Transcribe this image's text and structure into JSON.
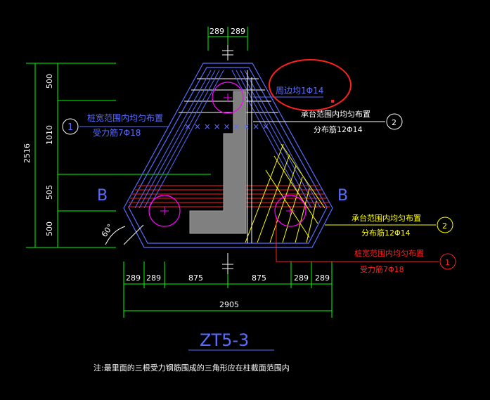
{
  "dims_top": [
    "289",
    "289"
  ],
  "dims_left": [
    "500",
    "1010",
    "505",
    "500"
  ],
  "dim_total_left": "2516",
  "dims_bottom": [
    "289",
    "289",
    "875",
    "875",
    "289",
    "289"
  ],
  "dim_total_bottom": "2905",
  "angle": "60°",
  "section": {
    "left": "B",
    "right": "B"
  },
  "callout_left": {
    "num": "1",
    "line1": "桩宽范围内均匀布置",
    "line2": "受力筋7Φ18"
  },
  "callout_right_top": {
    "num": "2",
    "line1": "承台范围内均匀布置",
    "line2": "分布筋12Φ14"
  },
  "callout_edge": "周边均1Φ14",
  "callout_yellow": {
    "num": "2",
    "line1": "承台范围内均匀布置",
    "line2": "分布筋12Φ14"
  },
  "callout_red": {
    "num": "1",
    "line1": "桩宽范围内均匀布置",
    "line2": "受力筋7Φ18"
  },
  "title": "ZT5-3",
  "note": "注:最里面的三根受力钢筋围成的三角形应在柱截面范围内",
  "colors": {
    "green": "#00ff00",
    "white": "#ffffff",
    "blue": "#5a6cff",
    "magenta": "#ff00ff",
    "yellow": "#ffff00",
    "red": "#ff2020",
    "gray": "#808080"
  }
}
